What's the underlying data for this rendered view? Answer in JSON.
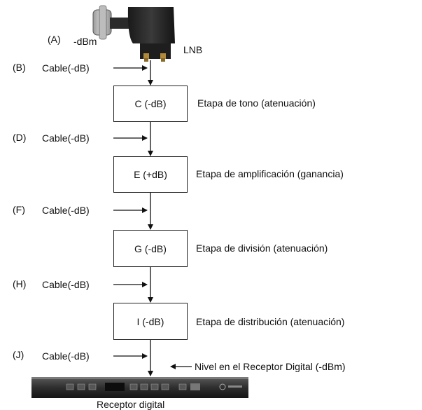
{
  "lnb": {
    "label": "LNB",
    "a_label": "(A)",
    "a_value": "-dBm"
  },
  "cables": [
    {
      "id": "(B)",
      "label": "Cable(-dB)"
    },
    {
      "id": "(D)",
      "label": "Cable(-dB)"
    },
    {
      "id": "(F)",
      "label": "Cable(-dB)"
    },
    {
      "id": "(H)",
      "label": "Cable(-dB)"
    },
    {
      "id": "(J)",
      "label": "Cable(-dB)"
    }
  ],
  "stages": [
    {
      "box": "C  (-dB)",
      "desc": "Etapa de tono (atenuación)"
    },
    {
      "box": "E (+dB)",
      "desc": "Etapa de amplificación (ganancia)"
    },
    {
      "box": "G (-dB)",
      "desc": "Etapa de división (atenuación)"
    },
    {
      "box": "I (-dB)",
      "desc": "Etapa de distribución (atenuación)"
    }
  ],
  "receiver": {
    "level_label": "Nivel en el Receptor Digital (-dBm)",
    "caption": "Receptor digital"
  }
}
